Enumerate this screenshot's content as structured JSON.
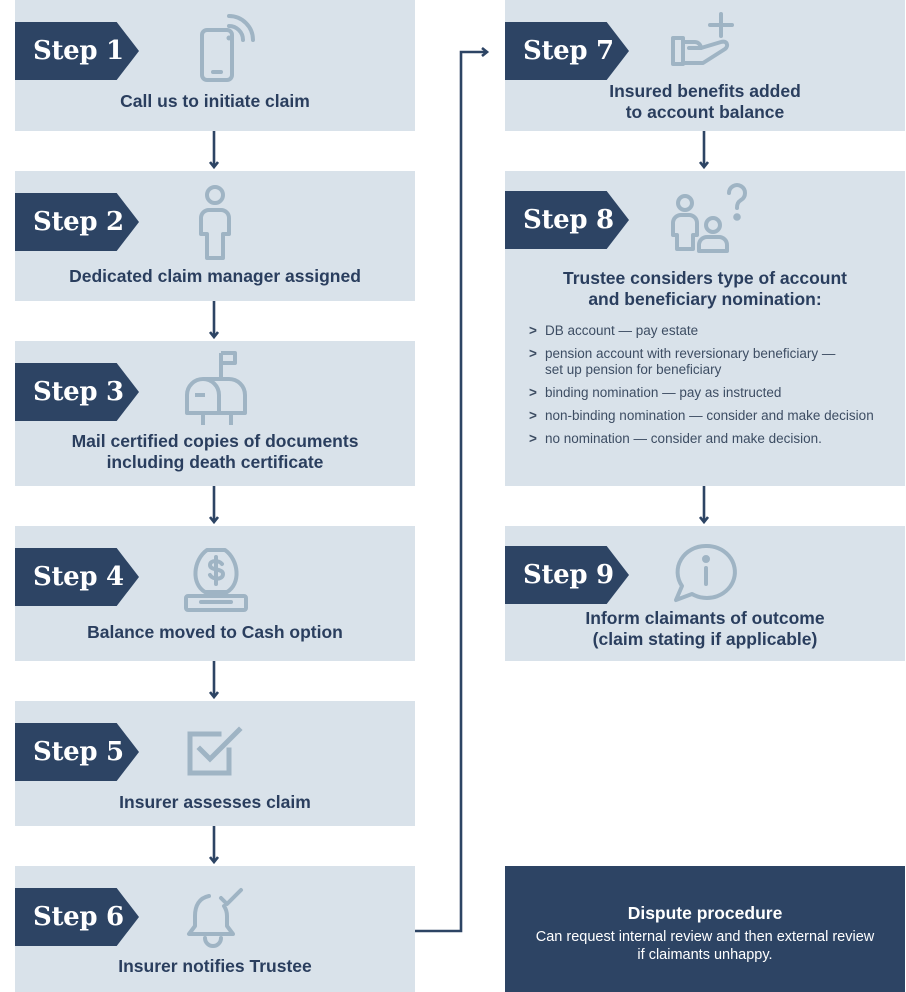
{
  "steps": [
    {
      "badge": "Step 1",
      "icon": "phone-wifi-icon",
      "title": [
        "Call us to initiate claim"
      ]
    },
    {
      "badge": "Step 2",
      "icon": "person-icon",
      "title": [
        "Dedicated claim manager assigned"
      ]
    },
    {
      "badge": "Step 3",
      "icon": "mailbox-icon",
      "title": [
        "Mail certified copies of documents",
        "including death certificate"
      ]
    },
    {
      "badge": "Step 4",
      "icon": "money-bag-icon",
      "title": [
        "Balance moved to Cash option"
      ]
    },
    {
      "badge": "Step 5",
      "icon": "checkbox-icon",
      "title": [
        "Insurer assesses claim"
      ]
    },
    {
      "badge": "Step 6",
      "icon": "bell-check-icon",
      "title": [
        "Insurer notifies Trustee"
      ]
    },
    {
      "badge": "Step 7",
      "icon": "hand-plus-icon",
      "title": [
        "Insured benefits added",
        "to account balance"
      ]
    },
    {
      "badge": "Step 8",
      "icon": "people-question-icon",
      "title": [
        "Trustee considers type of account",
        "and beneficiary nomination:"
      ],
      "bullets": [
        [
          "DB account — pay estate"
        ],
        [
          "pension account with reversionary beneficiary —",
          "set up pension for beneficiary"
        ],
        [
          "binding nomination — pay as instructed"
        ],
        [
          "non-binding nomination — consider and make decision"
        ],
        [
          "no nomination — consider and make decision."
        ]
      ]
    },
    {
      "badge": "Step 9",
      "icon": "info-bubble-icon",
      "title": [
        "Inform claimants of outcome",
        "(claim stating if applicable)"
      ]
    }
  ],
  "dispute": {
    "title": "Dispute procedure",
    "text": "Can request internal review and then external review if claimants unhappy."
  },
  "colors": {
    "box": "#d9e2ea",
    "navy": "#2d4464",
    "icon": "#9fb4c4",
    "text": "#2a3e5e"
  }
}
